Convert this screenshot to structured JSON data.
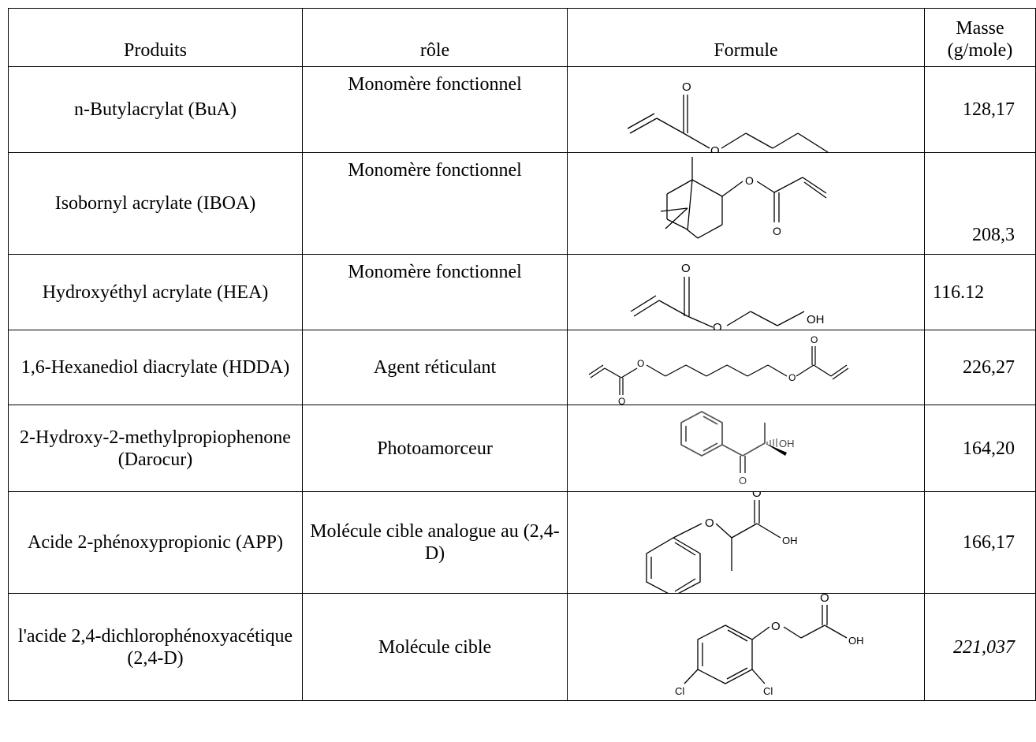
{
  "table": {
    "headers": [
      "Produits",
      "rôle",
      "Formule",
      "Masse (g/mole)"
    ],
    "rows": [
      {
        "product": "n-Butylacrylat (BuA)",
        "role": "Monomère fonctionnel",
        "formula_atoms": [
          "O",
          "O"
        ],
        "mass": "128,17"
      },
      {
        "product": "Isobornyl acrylate (IBOA)",
        "role": "Monomère fonctionnel",
        "formula_atoms": [
          "O",
          "O"
        ],
        "mass": "208,3"
      },
      {
        "product": "Hydroxyéthyl acrylate (HEA)",
        "role": "Monomère fonctionnel",
        "formula_atoms": [
          "O",
          "O",
          "OH"
        ],
        "mass": "116.12"
      },
      {
        "product": "1,6-Hexanediol diacrylate (HDDA)",
        "role": "Agent réticulant",
        "formula_atoms": [
          "O",
          "O",
          "O",
          "O"
        ],
        "mass": "226,27"
      },
      {
        "product": "2-Hydroxy-2-methylpropiophenone (Darocur)",
        "role": "Photoamorceur",
        "formula_atoms": [
          "O",
          "OH"
        ],
        "mass": "164,20"
      },
      {
        "product": "Acide 2-phénoxypropionic (APP)",
        "role": "Molécule cible analogue au (2,4-D)",
        "formula_atoms": [
          "O",
          "O",
          "OH"
        ],
        "mass": "166,17"
      },
      {
        "product": "l'acide 2,4-dichlorophénoxyacétique (2,4-D)",
        "role": "Molécule cible",
        "formula_atoms": [
          "O",
          "O",
          "OH",
          "Cl",
          "Cl"
        ],
        "mass": "221,037"
      }
    ]
  }
}
